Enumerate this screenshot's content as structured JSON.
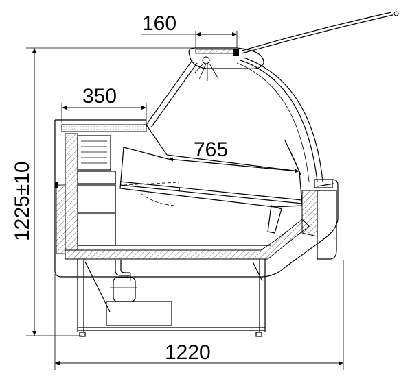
{
  "dimensions": {
    "glass_top_width": "160",
    "shelf_depth": "350",
    "display_depth": "765",
    "height": "1225±10",
    "total_width": "1220"
  }
}
